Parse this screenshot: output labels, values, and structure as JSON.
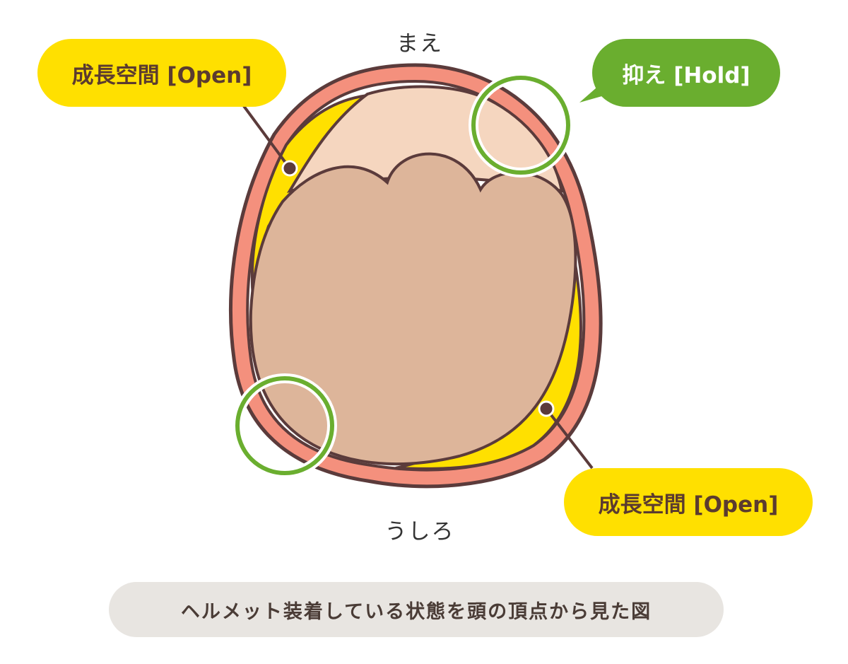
{
  "labels": {
    "front": "まえ",
    "back": "うしろ"
  },
  "callouts": {
    "open_top": "成長空間 [Open]",
    "hold": "抑え [Hold]",
    "open_bottom": "成長空間 [Open]"
  },
  "caption": "ヘルメット装着している状態を頭の頂点から見た図",
  "colors": {
    "helmet": "#f4907d",
    "outline": "#5b3b3b",
    "open_space": "#ffe000",
    "forehead": "#f5d6bf",
    "head": "#ddb59a",
    "hold_ring": "#6aae2f",
    "open_bubble": "#ffe000",
    "hold_bubble": "#6aae2f",
    "caption_bg": "#e8e5e1"
  }
}
